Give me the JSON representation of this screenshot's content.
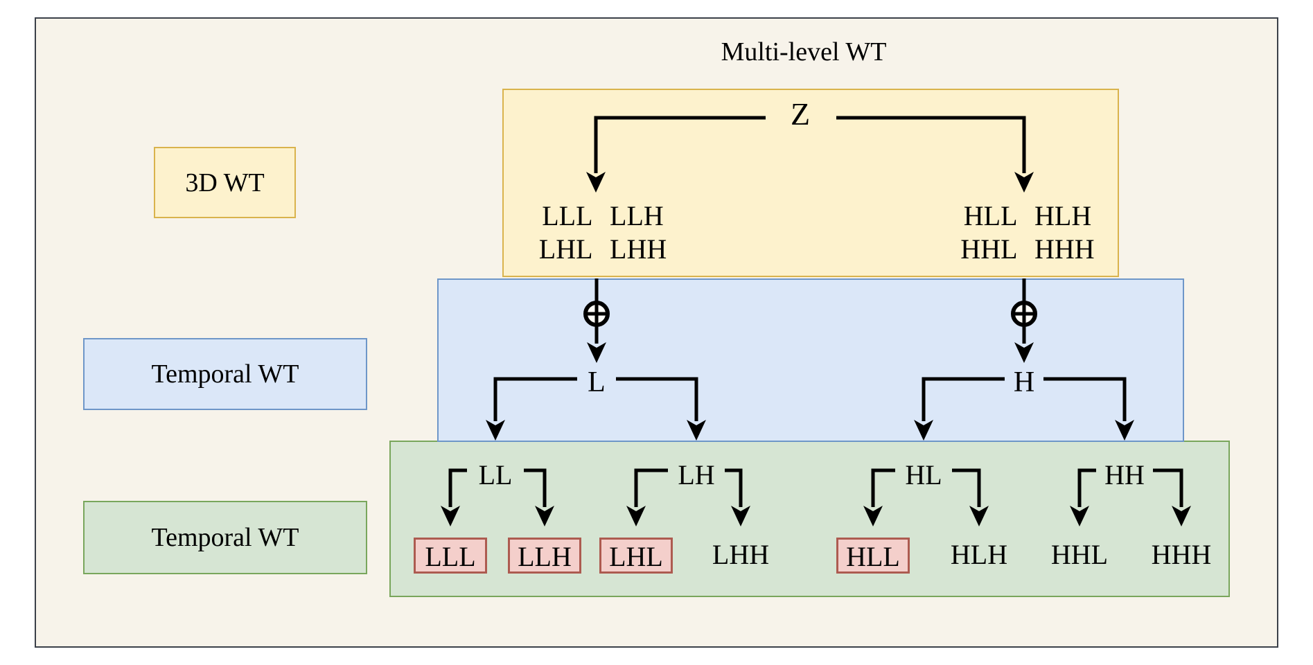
{
  "title": "Multi-level WT",
  "side_labels": [
    {
      "label": "3D WT",
      "variant": "yellow"
    },
    {
      "label": "Temporal WT",
      "variant": "blue"
    },
    {
      "label": "Temporal WT",
      "variant": "green"
    }
  ],
  "tree": {
    "root": {
      "label": "Z"
    },
    "root_outputs": {
      "left": {
        "line1": "LLL LLH",
        "line2": "LHL LHH"
      },
      "right": {
        "line1": "HLL HLH",
        "line2": "HHL HHH"
      }
    },
    "combine_icon": "circled-plus",
    "level1": [
      {
        "label": "L"
      },
      {
        "label": "H"
      }
    ],
    "level2": [
      {
        "label": "LL"
      },
      {
        "label": "LH"
      },
      {
        "label": "HL"
      },
      {
        "label": "HH"
      }
    ],
    "leaves": [
      {
        "label": "LLL",
        "boxed": true
      },
      {
        "label": "LLH",
        "boxed": true
      },
      {
        "label": "LHL",
        "boxed": true
      },
      {
        "label": "LHH",
        "boxed": false
      },
      {
        "label": "HLL",
        "boxed": true
      },
      {
        "label": "HLH",
        "boxed": false
      },
      {
        "label": "HHL",
        "boxed": false
      },
      {
        "label": "HHH",
        "boxed": false
      }
    ]
  },
  "colors": {
    "frame_bg": "#f7f3ea",
    "frame_border": "#3b4049",
    "yellow_fill": "#fdf2cd",
    "yellow_border": "#d9b34c",
    "blue_fill": "#dbe7f8",
    "blue_border": "#6e96c8",
    "green_fill": "#d6e5d3",
    "green_border": "#79a65c",
    "pink_fill": "#f4cfcb",
    "pink_border": "#ad5b50",
    "line_color": "#000000"
  }
}
